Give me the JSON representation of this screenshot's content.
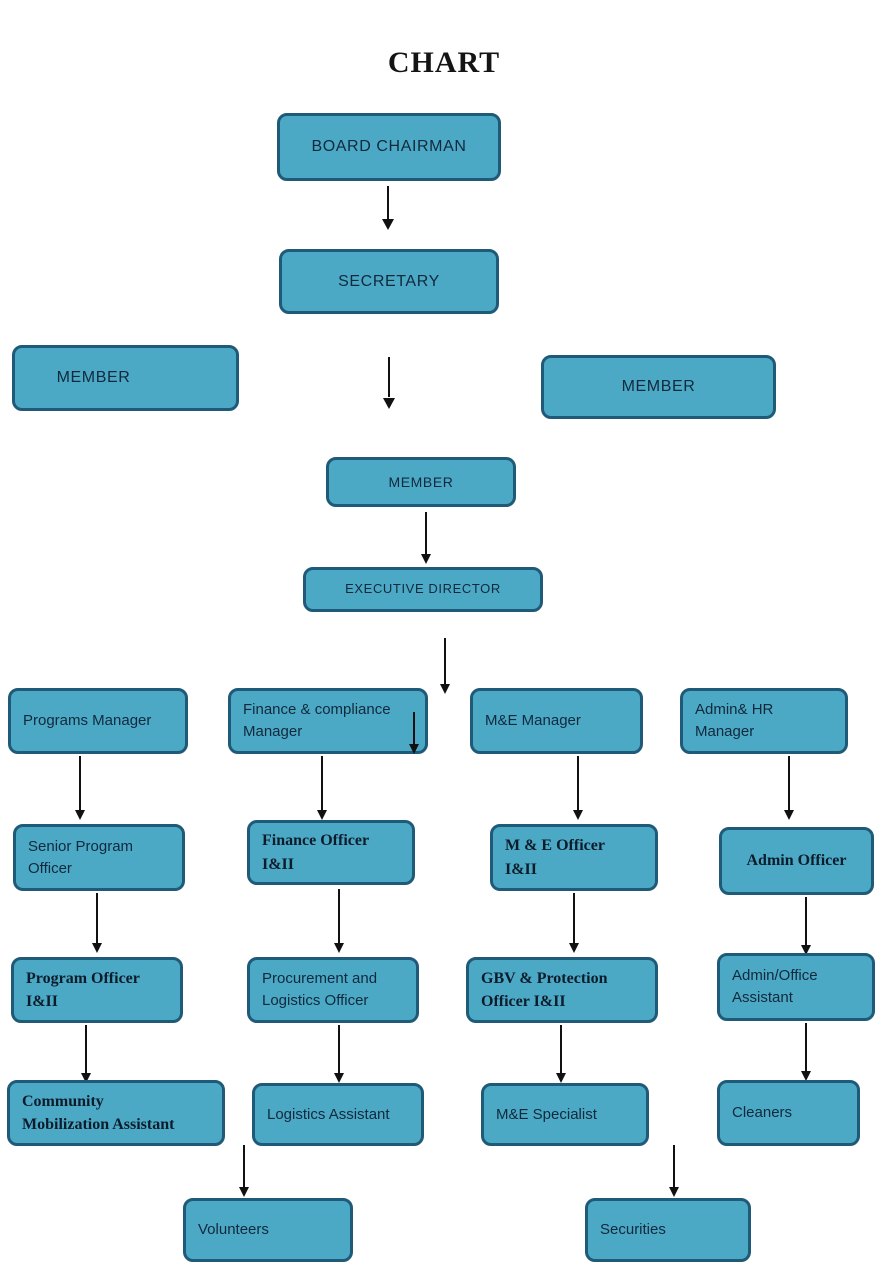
{
  "chart_data": {
    "type": "diagram",
    "title": "CHART",
    "subtype": "organizational-chart",
    "nodes": [
      {
        "id": "board-chairman",
        "label": "BOARD CHAIRMAN",
        "level": 0
      },
      {
        "id": "secretary",
        "label": "SECRETARY",
        "level": 1
      },
      {
        "id": "member-left",
        "label": "MEMBER",
        "level": 2
      },
      {
        "id": "member-right",
        "label": "MEMBER",
        "level": 2
      },
      {
        "id": "member-center",
        "label": "MEMBER",
        "level": 3
      },
      {
        "id": "executive-director",
        "label": "EXECUTIVE   DIRECTOR",
        "level": 4
      },
      {
        "id": "programs-manager",
        "label": "Programs Manager",
        "level": 5
      },
      {
        "id": "finance-compliance-manager",
        "label": "Finance & compliance\nManager",
        "level": 5
      },
      {
        "id": "me-manager",
        "label": "M&E Manager",
        "level": 5
      },
      {
        "id": "admin-hr-manager",
        "label": "Admin& HR\nManager",
        "level": 5
      },
      {
        "id": "senior-program-officer",
        "label": "Senior Program\nOfficer",
        "level": 6
      },
      {
        "id": "finance-officer",
        "label": "Finance Officer\nI&II",
        "level": 6
      },
      {
        "id": "me-officer",
        "label": "M & E Officer\nI&II",
        "level": 6
      },
      {
        "id": "admin-officer",
        "label": "Admin Officer",
        "level": 6
      },
      {
        "id": "program-officer",
        "label": "Program Officer\nI&II",
        "level": 7
      },
      {
        "id": "procurement-logistics-officer",
        "label": "Procurement and\nLogistics Officer",
        "level": 7
      },
      {
        "id": "gbv-protection-officer",
        "label": "GBV & Protection\nOfficer I&II",
        "level": 7
      },
      {
        "id": "admin-office-assistant",
        "label": "Admin/Office\nAssistant",
        "level": 7
      },
      {
        "id": "community-mobilization-assistant",
        "label": "Community\nMobilization  Assistant",
        "level": 8
      },
      {
        "id": "logistics-assistant",
        "label": "Logistics Assistant",
        "level": 8
      },
      {
        "id": "me-specialist",
        "label": "M&E Specialist",
        "level": 8
      },
      {
        "id": "cleaners",
        "label": "Cleaners",
        "level": 8
      },
      {
        "id": "volunteers",
        "label": "Volunteers",
        "level": 9
      },
      {
        "id": "securities",
        "label": "Securities",
        "level": 9
      }
    ],
    "edges": [
      {
        "from": "board-chairman",
        "to": "secretary"
      },
      {
        "from": "secretary",
        "to": "member-center"
      },
      {
        "from": "member-center",
        "to": "executive-director"
      },
      {
        "from": "executive-director",
        "to": "managers-row"
      },
      {
        "from": "programs-manager",
        "to": "senior-program-officer"
      },
      {
        "from": "finance-compliance-manager",
        "to": "finance-officer"
      },
      {
        "from": "me-manager",
        "to": "me-officer"
      },
      {
        "from": "admin-hr-manager",
        "to": "admin-officer"
      },
      {
        "from": "senior-program-officer",
        "to": "program-officer"
      },
      {
        "from": "finance-officer",
        "to": "procurement-logistics-officer"
      },
      {
        "from": "me-officer",
        "to": "gbv-protection-officer"
      },
      {
        "from": "admin-officer",
        "to": "admin-office-assistant"
      },
      {
        "from": "program-officer",
        "to": "community-mobilization-assistant"
      },
      {
        "from": "procurement-logistics-officer",
        "to": "logistics-assistant"
      },
      {
        "from": "gbv-protection-officer",
        "to": "me-specialist"
      },
      {
        "from": "admin-office-assistant",
        "to": "cleaners"
      },
      {
        "from": "logistics-assistant",
        "to": "volunteers"
      },
      {
        "from": "me-specialist",
        "to": "securities"
      }
    ],
    "colors": {
      "node_fill": "#4BA9C6",
      "node_border": "#1F5A78",
      "text": "#12293C",
      "arrow": "#111111",
      "background": "#FFFFFF",
      "title": "#141414"
    }
  }
}
